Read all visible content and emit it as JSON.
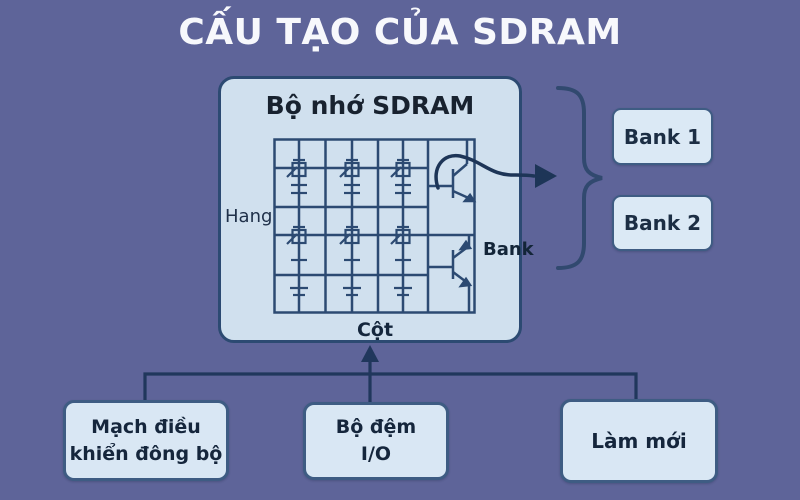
{
  "title": "CẤU TẠO CỦA SDRAM",
  "memory_box": {
    "heading": "Bộ nhớ SDRAM",
    "row_label": "Hang",
    "column_label": "Cột",
    "bank_label": "Bank"
  },
  "banks": [
    {
      "label": "Bank 1"
    },
    {
      "label": "Bank 2"
    }
  ],
  "bottom_boxes": [
    {
      "lines": [
        "Mạch điều",
        "khiển đông bộ"
      ]
    },
    {
      "lines": [
        "Bộ đệm",
        "I/O"
      ]
    },
    {
      "lines": [
        "Làm mới"
      ]
    }
  ],
  "colors": {
    "background": "#5e6499",
    "box_fill": "#d0e0ee",
    "box_border": "#2c4a72",
    "small_box_fill": "#d9e7f4",
    "small_box_border": "#3e5c83",
    "line_color": "#2c4a72",
    "connector_color": "#20375c",
    "title_text": "#f7f8fc",
    "dark_text": "#15263c"
  }
}
